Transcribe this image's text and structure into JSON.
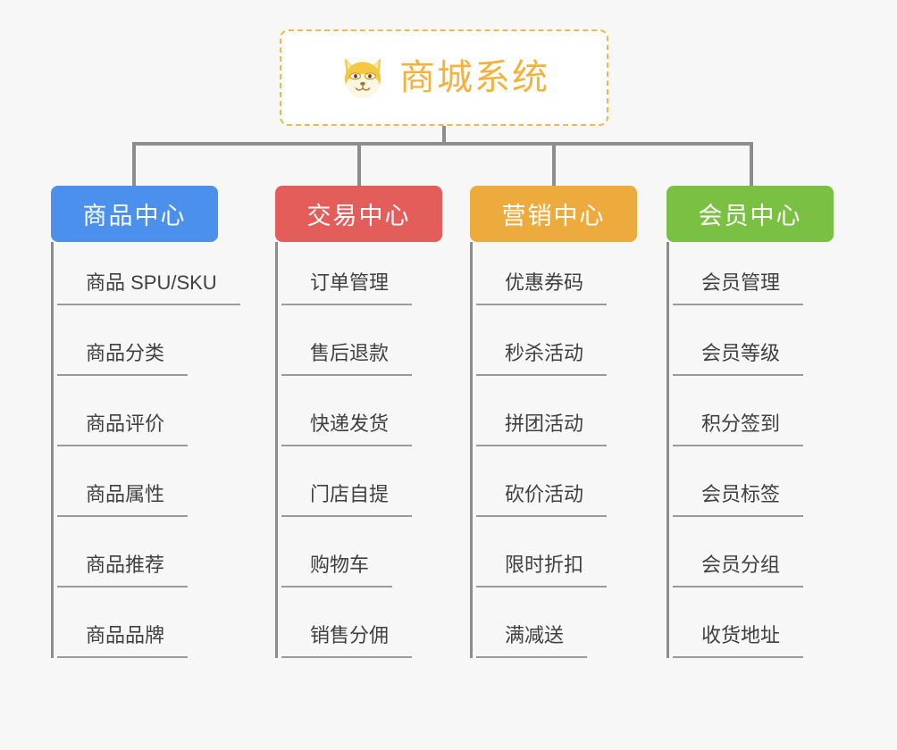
{
  "page": {
    "background_color": "#f7f7f7",
    "connector_color": "#8d8d8d"
  },
  "root": {
    "title": "商城系统",
    "mascot_icon": "shiba-dog-face-icon",
    "border_color": "#f0b849",
    "text_color": "#f2b33d",
    "background_color": "#ffffff"
  },
  "columns": [
    {
      "id": "product-center",
      "label": "商品中心",
      "color": "#4a90ec",
      "items": [
        "商品 SPU/SKU",
        "商品分类",
        "商品评价",
        "商品属性",
        "商品推荐",
        "商品品牌"
      ]
    },
    {
      "id": "trade-center",
      "label": "交易中心",
      "color": "#e35d5b",
      "items": [
        "订单管理",
        "售后退款",
        "快递发货",
        "门店自提",
        "购物车",
        "销售分佣"
      ]
    },
    {
      "id": "marketing-center",
      "label": "营销中心",
      "color": "#eeab3d",
      "items": [
        "优惠券码",
        "秒杀活动",
        "拼团活动",
        "砍价活动",
        "限时折扣",
        "满减送"
      ]
    },
    {
      "id": "member-center",
      "label": "会员中心",
      "color": "#7ac143",
      "items": [
        "会员管理",
        "会员等级",
        "积分签到",
        "会员标签",
        "会员分组",
        "收货地址"
      ]
    }
  ]
}
